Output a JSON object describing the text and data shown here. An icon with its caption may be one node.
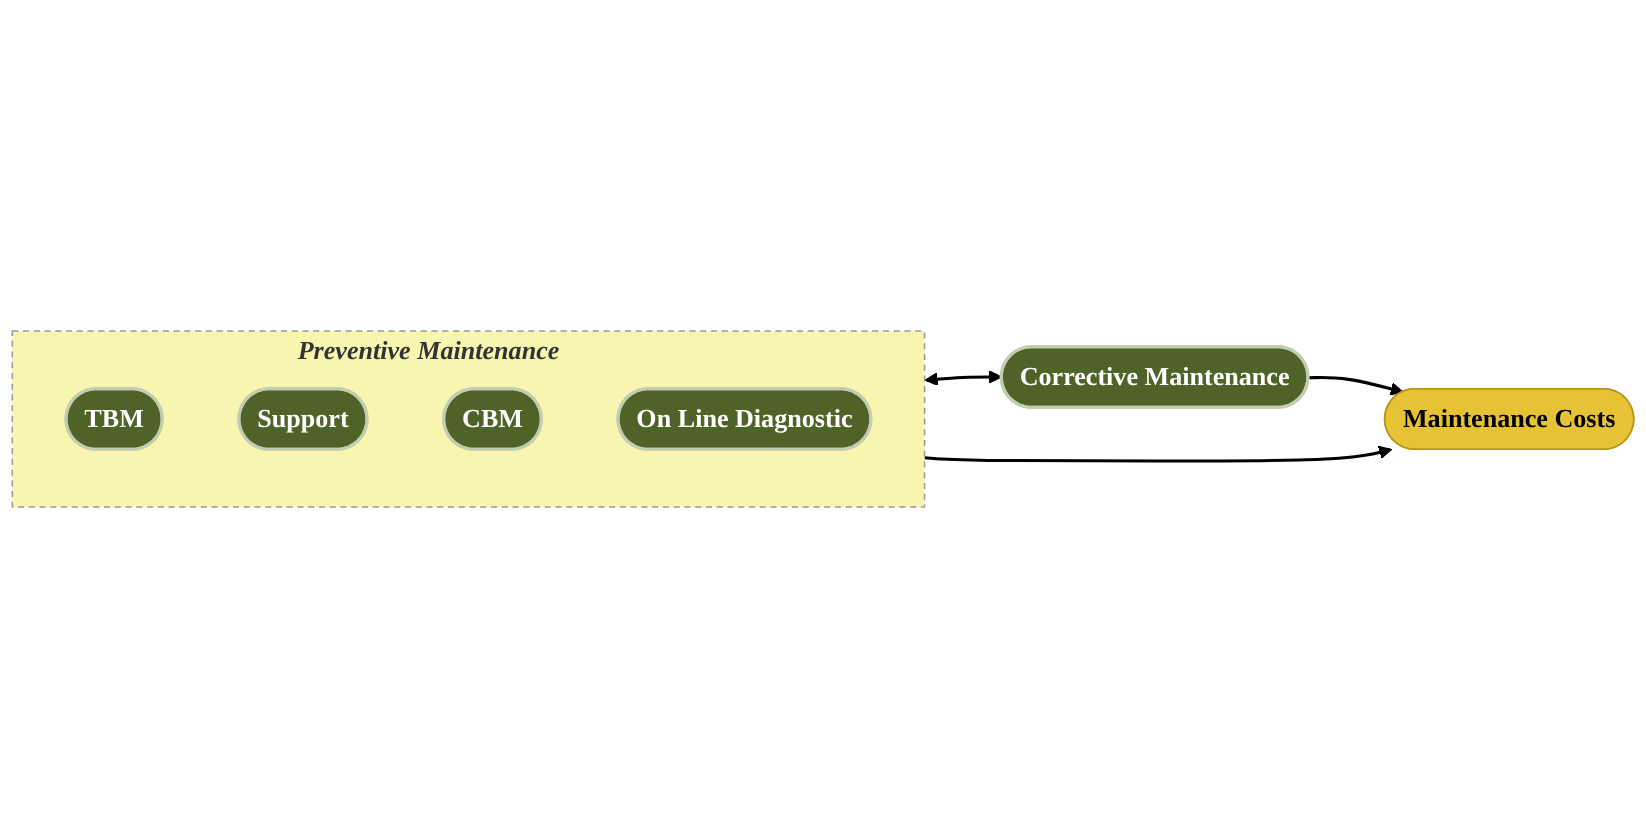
{
  "diagram": {
    "nodes": [
      {
        "text": [
          "Preventive Maintenance"
        ]
      },
      {
        "text": [
          "TBM"
        ],
        "in": 0
      },
      {
        "text": [
          "Support"
        ],
        "in": 0
      },
      {
        "text": [
          "CBM"
        ],
        "in": 0
      },
      {
        "text": [
          "On Line Diagnostic"
        ],
        "in": 0
      },
      {
        "text": [
          "Corrective Maintenance"
        ]
      },
      {
        "text": [
          "Maintenance Costs"
        ]
      }
    ],
    "edges": [
      {
        "from": 0,
        "to": 5,
        "arrow": "both"
      },
      {
        "from": 0,
        "to": 6,
        "arrow": "to"
      },
      {
        "from": 5,
        "to": 6,
        "arrow": "to"
      }
    ]
  }
}
